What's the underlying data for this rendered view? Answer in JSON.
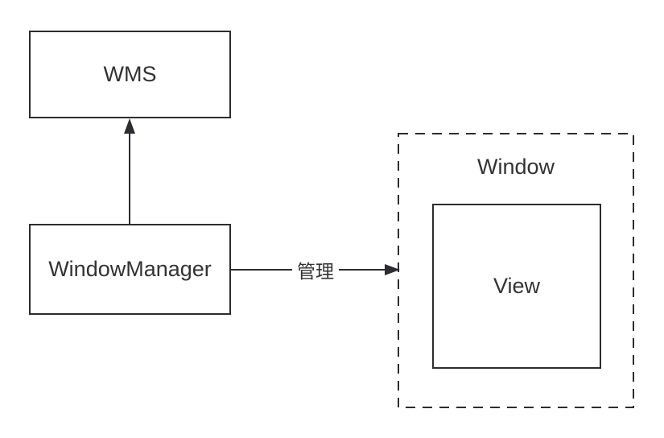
{
  "theme": {
    "background": "#ffffff",
    "stroke": "#2b2d30",
    "text": "#333333"
  },
  "diagram": {
    "nodes": {
      "wms": {
        "label": "WMS"
      },
      "window_manager": {
        "label": "WindowManager"
      },
      "window_container": {
        "label": "Window"
      },
      "view": {
        "label": "View"
      }
    },
    "edges": {
      "wm_to_window": {
        "label": "管理"
      }
    }
  }
}
